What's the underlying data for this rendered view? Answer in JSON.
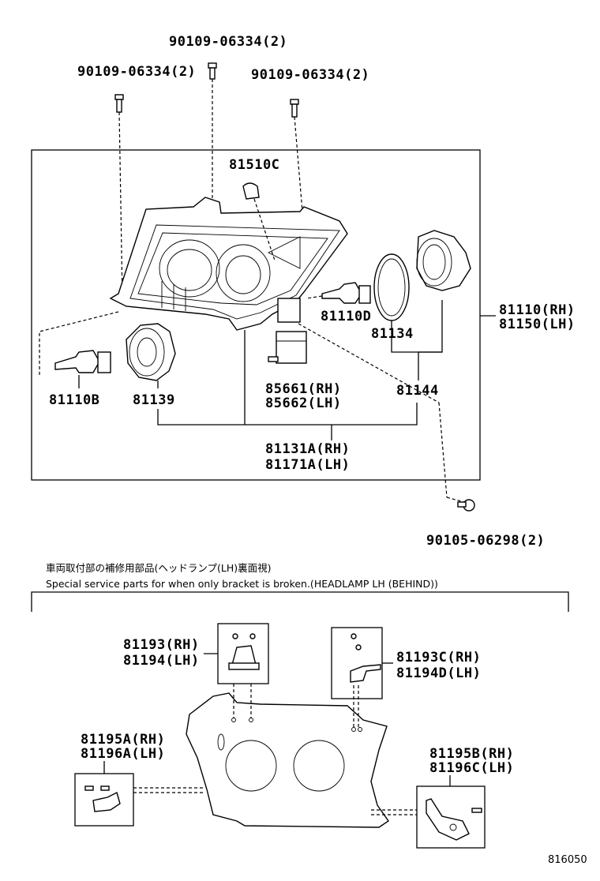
{
  "labels": {
    "bolt_top": "90109-06334(2)",
    "bolt_left": "90109-06334(2)",
    "bolt_right": "90109-06334(2)",
    "bulb_81510c": "81510C",
    "headlamp_assy_rh": "81110(RH)",
    "headlamp_assy_lh": "81150(LH)",
    "bulb_81110d": "81110D",
    "gasket_81134": "81134",
    "bulb_81110b": "81110B",
    "cover_81139": "81139",
    "motor_rh": "85661(RH)",
    "motor_lh": "85662(LH)",
    "cover_81144": "81144",
    "unit_rh": "81131A(RH)",
    "unit_lh": "81171A(LH)",
    "screw_bottom": "90105-06298(2)",
    "bracket_top_left_rh": "81193(RH)",
    "bracket_top_left_lh": "81194(LH)",
    "bracket_top_right_rh": "81193C(RH)",
    "bracket_top_right_lh": "81194D(LH)",
    "bracket_left_rh": "81195A(RH)",
    "bracket_left_lh": "81196A(LH)",
    "bracket_right_rh": "81195B(RH)",
    "bracket_right_lh": "81196C(LH)",
    "diagram_id": "816050"
  },
  "notes": {
    "japanese": "車両取付部の補修用部品(ヘッドランプ(LH)裏面視)",
    "english": "Special service parts for when only bracket is broken.(HEADLAMP LH (BEHIND))"
  }
}
